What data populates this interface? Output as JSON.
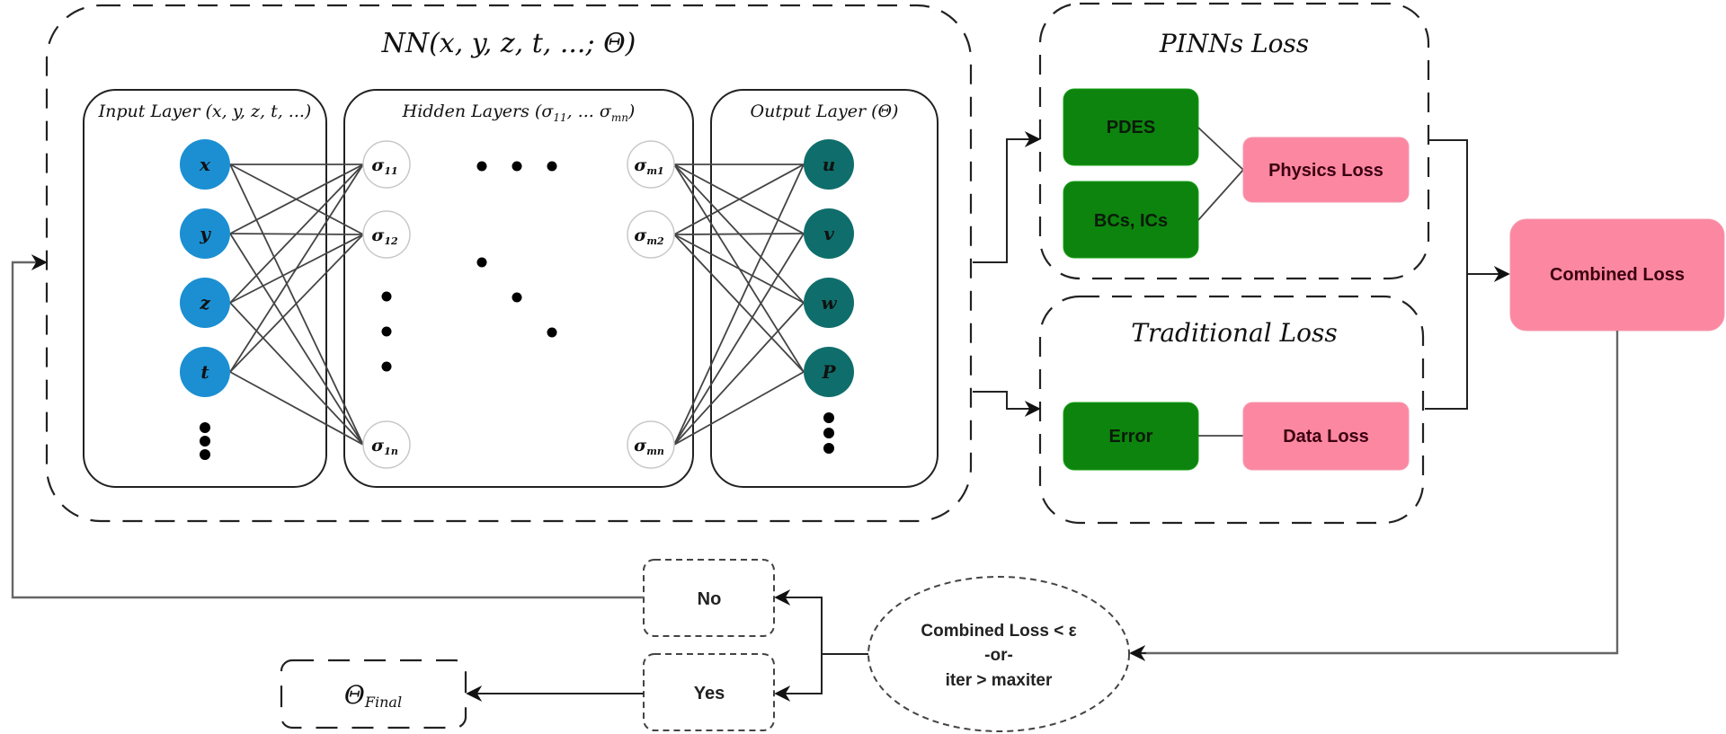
{
  "nn_block": {
    "title": "NN(x, y, z, t, ...; Θ)",
    "input_layer": {
      "label": "Input Layer (x, y, z, t, ...)",
      "nodes": [
        "x",
        "y",
        "z",
        "t"
      ],
      "color": "#1b8fd2"
    },
    "hidden_layers": {
      "label_prefix": "Hidden Layers (σ",
      "label_sub1": "11",
      "label_mid": ", ... σ",
      "label_sub2": "mn",
      "label_suffix": ")",
      "sigma": "σ",
      "first_column": [
        {
          "sub": "11"
        },
        {
          "sub": "12"
        },
        {
          "sub": "1n"
        }
      ],
      "last_column": [
        {
          "sub": "m1"
        },
        {
          "sub": "m2"
        },
        {
          "sub": "mn"
        }
      ]
    },
    "output_layer": {
      "label": "Output Layer (Θ)",
      "nodes": [
        "u",
        "v",
        "w",
        "P"
      ],
      "color": "#0f6e6b"
    }
  },
  "pinns_loss": {
    "title": "PINNs Loss",
    "pdes": "PDES",
    "bcs_ics": "BCs, ICs",
    "physics_loss": "Physics Loss"
  },
  "traditional_loss": {
    "title": "Traditional Loss",
    "error": "Error",
    "data_loss": "Data Loss"
  },
  "combined_loss": "Combined Loss",
  "condition": {
    "line1": "Combined Loss < ε",
    "line2": "-or-",
    "line3": "iter > maxiter"
  },
  "decision": {
    "no": "No",
    "yes": "Yes"
  },
  "result": {
    "symbol": "Θ",
    "subscript": "Final"
  },
  "colors": {
    "green_box": "#0d840d",
    "pink_box": "#fc87a1",
    "text_dark_red": "#3b0010"
  }
}
